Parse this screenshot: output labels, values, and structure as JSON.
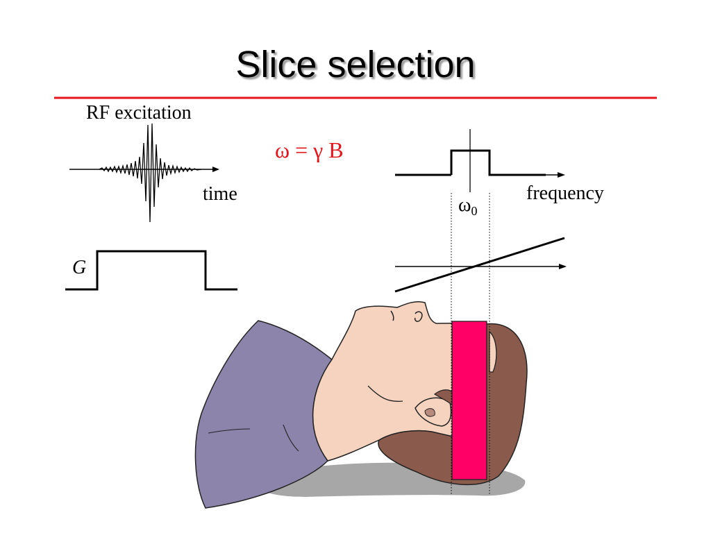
{
  "slide": {
    "title": "Slice selection",
    "rf_label": "RF excitation",
    "time_label": "time",
    "gradient_label": "G",
    "equation": {
      "omega": "ω",
      "equals": "=",
      "gamma": "γ",
      "b": "B"
    },
    "frequency_label": "frequency",
    "omega0": {
      "symbol": "ω",
      "subscript": "0"
    }
  },
  "colors": {
    "rule": "#e4161b",
    "equation": "#e4161b",
    "slice": "#ff0066",
    "shirt": "#8c84ab",
    "skin": "#f6d3bf",
    "hair": "#8a5a4c",
    "shadow": "#a7a7a7"
  }
}
